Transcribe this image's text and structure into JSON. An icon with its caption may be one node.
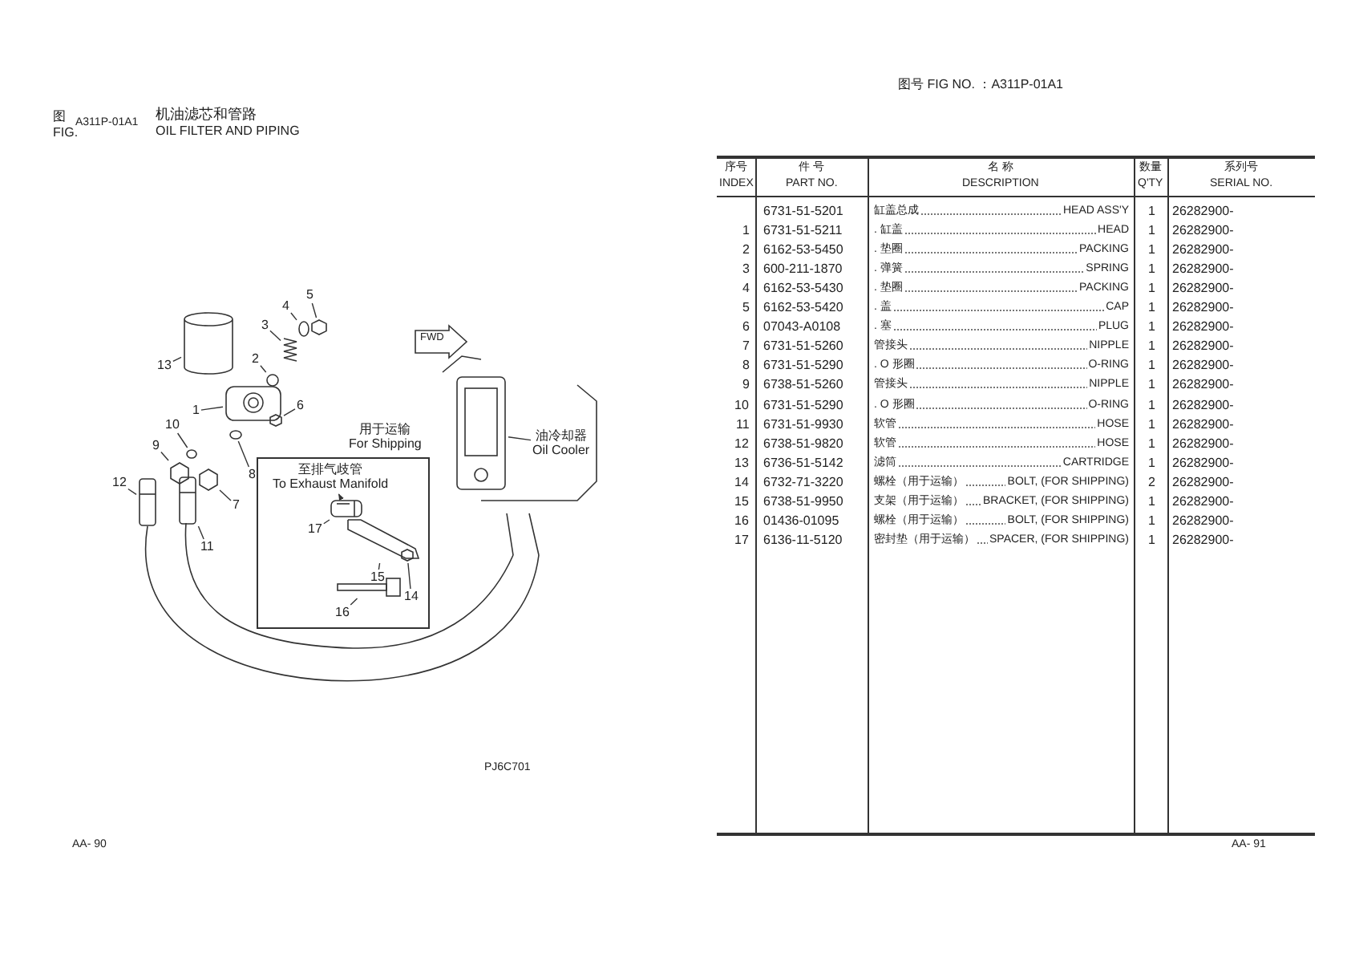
{
  "diagram": {
    "nodes": [
      {
        "text": [
          "用于运输",
          "For Shipping"
        ]
      },
      {
        "text": [
          "至排气歧管",
          "To Exhaust Manifold"
        ],
        "in": 0
      },
      {
        "text": [
          "油冷却器",
          "Oil Cooler"
        ]
      },
      {
        "text": [],
        "shape": "picture"
      },
      {
        "text": [
          "1"
        ]
      },
      {
        "text": [
          "2"
        ]
      },
      {
        "text": [
          "3"
        ]
      },
      {
        "text": [
          "4"
        ]
      },
      {
        "text": [
          "5"
        ]
      },
      {
        "text": [
          "6"
        ]
      },
      {
        "text": [
          "7"
        ]
      },
      {
        "text": [
          "8"
        ]
      },
      {
        "text": [
          "9"
        ]
      },
      {
        "text": [
          "10"
        ]
      },
      {
        "text": [
          "11"
        ]
      },
      {
        "text": [
          "12"
        ]
      },
      {
        "text": [
          "13"
        ]
      },
      {
        "text": [
          "14"
        ],
        "in": 0
      },
      {
        "text": [
          "15"
        ],
        "in": 0
      },
      {
        "text": [
          "16"
        ],
        "in": 0
      },
      {
        "text": [
          "17"
        ],
        "in": 0
      },
      {
        "text": [],
        "shape": "picture"
      },
      {
        "text": [],
        "shape": "circle"
      },
      {
        "text": [],
        "shape": "picture"
      },
      {
        "text": [],
        "shape": "circle"
      },
      {
        "text": [],
        "shape": "picture"
      },
      {
        "text": [],
        "shape": "picture"
      },
      {
        "text": [],
        "shape": "picture"
      },
      {
        "text": [],
        "shape": "circle"
      },
      {
        "text": [],
        "shape": "picture"
      },
      {
        "text": [],
        "shape": "circle"
      },
      {
        "text": [],
        "shape": "picture"
      },
      {
        "text": [],
        "shape": "picture"
      },
      {
        "text": [],
        "shape": "picture"
      },
      {
        "text": [],
        "shape": "picture",
        "in": 0
      },
      {
        "text": [],
        "shape": "picture",
        "in": 0
      },
      {
        "text": [],
        "shape": "picture",
        "in": 0
      },
      {
        "text": [],
        "shape": "picture",
        "in": 0
      }
    ],
    "edges": [
      {
        "from": 2,
        "to": 3,
        "arrow": "none"
      },
      {
        "from": 4,
        "to": 21,
        "arrow": "none"
      },
      {
        "from": 5,
        "to": 22,
        "arrow": "none"
      },
      {
        "from": 6,
        "to": 23,
        "arrow": "none"
      },
      {
        "from": 7,
        "to": 24,
        "arrow": "none"
      },
      {
        "from": 8,
        "to": 25,
        "arrow": "none"
      },
      {
        "from": 9,
        "to": 26,
        "arrow": "none"
      },
      {
        "from": 10,
        "to": 27,
        "arrow": "none"
      },
      {
        "from": 11,
        "to": 28,
        "arrow": "none"
      },
      {
        "from": 12,
        "to": 29,
        "arrow": "none"
      },
      {
        "from": 13,
        "to": 30,
        "arrow": "none"
      },
      {
        "from": 14,
        "to": 31,
        "arrow": "none"
      },
      {
        "from": 15,
        "to": 32,
        "arrow": "none"
      },
      {
        "from": 16,
        "to": 33,
        "arrow": "none"
      },
      {
        "from": 17,
        "to": 34,
        "arrow": "none"
      },
      {
        "from": 18,
        "to": 35,
        "arrow": "none"
      },
      {
        "from": 19,
        "to": 36,
        "arrow": "none"
      },
      {
        "from": 20,
        "to": 37,
        "arrow": "none"
      },
      {
        "from": 37,
        "to": 1,
        "arrow": "to"
      }
    ],
    "labels": [
      "图号 FIG NO. ：A311P-01A1",
      "图",
      "A311P-01A1",
      "机油滤芯和管路",
      "FIG.",
      "OIL FILTER AND PIPING",
      "FWD",
      "PJ6C701",
      "AA- 90",
      "AA- 91",
      "序号",
      "INDEX",
      "件 号",
      "PART NO.",
      "名 称",
      "DESCRIPTION",
      "数量",
      "Q'TY",
      "系列号",
      "SERIAL NO.",
      "6731-51-5201",
      "缸盖总成",
      "HEAD ASS'Y",
      "1",
      "26282900-",
      "1",
      "6731-51-5211",
      ". 缸盖",
      "HEAD",
      "1",
      "26282900-",
      "2",
      "6162-53-5450",
      ". 垫圈",
      "PACKING",
      "1",
      "26282900-",
      "3",
      "600-211-1870",
      ". 弹簧",
      "SPRING",
      "1",
      "26282900-",
      "4",
      "6162-53-5430",
      ". 垫圈",
      "PACKING",
      "1",
      "26282900-",
      "5",
      "6162-53-5420",
      ". 盖",
      "CAP",
      "1",
      "26282900-",
      "6",
      "07043-A0108",
      ". 塞",
      "PLUG",
      "1",
      "26282900-",
      "7",
      "6731-51-5260",
      "管接头",
      "NIPPLE",
      "1",
      "26282900-",
      "8",
      "6731-51-5290",
      ". O 形圈",
      "O-RING",
      "1",
      "26282900-",
      "9",
      "6738-51-5260",
      "管接头",
      "NIPPLE",
      "1",
      "26282900-",
      "10",
      "6731-51-5290",
      ". O 形圈",
      "O-RING",
      "1",
      "26282900-",
      "11",
      "6731-51-9930",
      "软管",
      "HOSE",
      "1",
      "26282900-",
      "12",
      "6738-51-9820",
      "软管",
      "HOSE",
      "1",
      "26282900-",
      "13",
      "6736-51-5142",
      "滤筒",
      "CARTRIDGE",
      "1",
      "26282900-",
      "14",
      "6732-71-3220",
      "螺栓（用于运输）",
      "BOLT, (FOR SHIPPING)",
      "2",
      "26282900-",
      "15",
      "6738-51-9950",
      "支架（用于运输）",
      "BRACKET, (FOR SHIPPING)",
      "1",
      "26282900-",
      "16",
      "01436-01095",
      "螺栓（用于运输）",
      "BOLT, (FOR SHIPPING)",
      "1",
      "26282900-",
      "17",
      "6136-11-5120",
      "密封垫（用于运输）",
      "SPACER, (FOR SHIPPING)",
      "1",
      "26282900-"
    ]
  }
}
